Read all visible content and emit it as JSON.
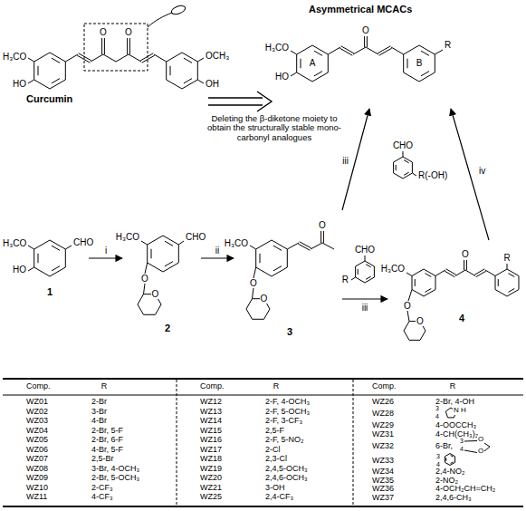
{
  "diagram": {
    "labels": [
      "H₃CO",
      "HO",
      "O",
      "O",
      "OCH₃",
      "OH",
      "Curcumin",
      "Deleting the β-diketone moiety to obtain the structurally stable mono-carbonyl analogues",
      "Asymmetrical MCACs",
      "H₃CO",
      "O",
      "A",
      "B",
      "R",
      "HO",
      "H₃CO",
      "HO",
      "CHO",
      "1",
      "i",
      "H₃CO",
      "CHO",
      "O",
      "O",
      "2",
      "ii",
      "H₃CO",
      "O",
      "O",
      "O",
      "3",
      "iii",
      "CHO",
      "R",
      "H₃CO",
      "O",
      "O",
      "O",
      "R",
      "4",
      "iii",
      "CHO",
      "R(-OH)",
      "iv",
      "Comp.",
      "R",
      "Comp.",
      "R",
      "Comp.",
      "R",
      "WZ01",
      "2-Br",
      "WZ02",
      "3-Br",
      "WZ03",
      "4-Br",
      "WZ04",
      "2-Br, 5-F",
      "WZ05",
      "2-Br, 6-F",
      "WZ06",
      "4-Br, 5-F",
      "WZ07",
      "2,5-Br",
      "WZ08",
      "3-Br, 4-OCH₃",
      "WZ09",
      "2-Br, 5-OCH₃",
      "WZ10",
      "2-CF₃",
      "WZ11",
      "4-CF₃",
      "WZ12",
      "2-F, 4-OCH₃",
      "WZ13",
      "2-F, 5-OCH₃",
      "WZ14",
      "2-F, 3-CF₃",
      "WZ15",
      "2,5-F",
      "WZ16",
      "2-F, 5-NO₂",
      "WZ17",
      "2-Cl",
      "WZ18",
      "2,3-Cl",
      "WZ19",
      "2,4,5-OCH₃",
      "WZ20",
      "2,4,6-OCH₃",
      "WZ21",
      "3-OH",
      "WZ25",
      "2,4-CF₃",
      "WZ26",
      "2-Br, 4-OH",
      "WZ28",
      "3",
      "N",
      "H",
      "4",
      "WZ29",
      "4-OOCCH₃",
      "WZ31",
      "4-CH(CH₃)₂",
      "WZ32",
      "6-Br,",
      "3",
      "O",
      "4",
      "O",
      "WZ33",
      "3",
      "4",
      "WZ34",
      "2,4-NO₂",
      "WZ35",
      "2-NO₂",
      "WZ36",
      "4-OCH₂CH=CH₂",
      "WZ37",
      "2,4,6-CH₃"
    ]
  }
}
